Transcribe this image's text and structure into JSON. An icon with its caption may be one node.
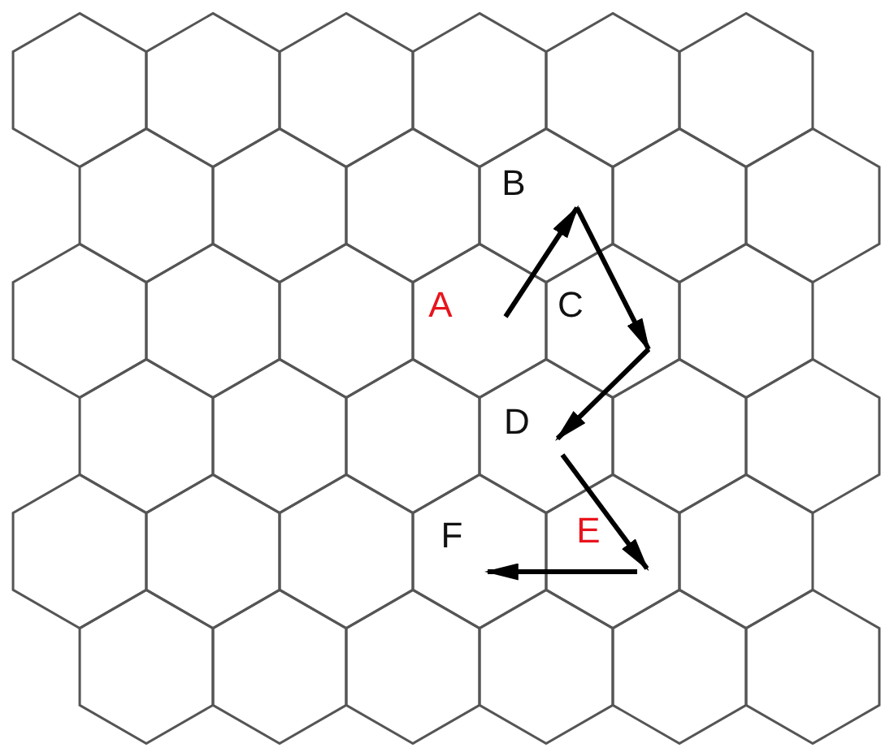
{
  "diagram": {
    "nodes": [
      {
        "text": [],
        "shape": "hexagon"
      },
      {
        "text": [],
        "shape": "hexagon"
      },
      {
        "text": [],
        "shape": "hexagon"
      },
      {
        "text": [],
        "shape": "hexagon"
      },
      {
        "text": [],
        "shape": "hexagon"
      },
      {
        "text": [],
        "shape": "hexagon"
      },
      {
        "text": [],
        "shape": "hexagon"
      },
      {
        "text": [],
        "shape": "hexagon"
      },
      {
        "text": [],
        "shape": "hexagon"
      },
      {
        "text": [
          "B"
        ]
      },
      {
        "text": [],
        "shape": "hexagon"
      },
      {
        "text": [],
        "shape": "hexagon"
      },
      {
        "text": [],
        "shape": "hexagon"
      },
      {
        "text": [],
        "shape": "hexagon"
      },
      {
        "text": [],
        "shape": "hexagon"
      },
      {
        "text": [
          "A"
        ]
      },
      {
        "text": [
          "C"
        ]
      },
      {
        "text": [],
        "shape": "hexagon"
      },
      {
        "text": [],
        "shape": "hexagon"
      },
      {
        "text": [],
        "shape": "hexagon"
      },
      {
        "text": [],
        "shape": "hexagon"
      },
      {
        "text": [
          "D"
        ]
      },
      {
        "text": [],
        "shape": "hexagon"
      },
      {
        "text": [],
        "shape": "hexagon"
      },
      {
        "text": [],
        "shape": "hexagon"
      },
      {
        "text": [],
        "shape": "hexagon"
      },
      {
        "text": [],
        "shape": "hexagon"
      },
      {
        "text": [
          "F"
        ]
      },
      {
        "text": [
          "E"
        ]
      },
      {
        "text": [],
        "shape": "hexagon"
      },
      {
        "text": [],
        "shape": "hexagon"
      },
      {
        "text": [],
        "shape": "hexagon"
      },
      {
        "text": [],
        "shape": "hexagon"
      },
      {
        "text": [],
        "shape": "hexagon"
      },
      {
        "text": [],
        "shape": "hexagon"
      },
      {
        "text": [],
        "shape": "hexagon"
      }
    ],
    "edges": [
      {
        "from": 15,
        "to": 9,
        "arrow": "to"
      },
      {
        "from": 9,
        "to": 16,
        "arrow": "to"
      },
      {
        "from": 16,
        "to": 21,
        "arrow": "to"
      },
      {
        "from": 21,
        "to": 28,
        "arrow": "to"
      },
      {
        "from": 28,
        "to": 27,
        "arrow": "to"
      }
    ]
  }
}
